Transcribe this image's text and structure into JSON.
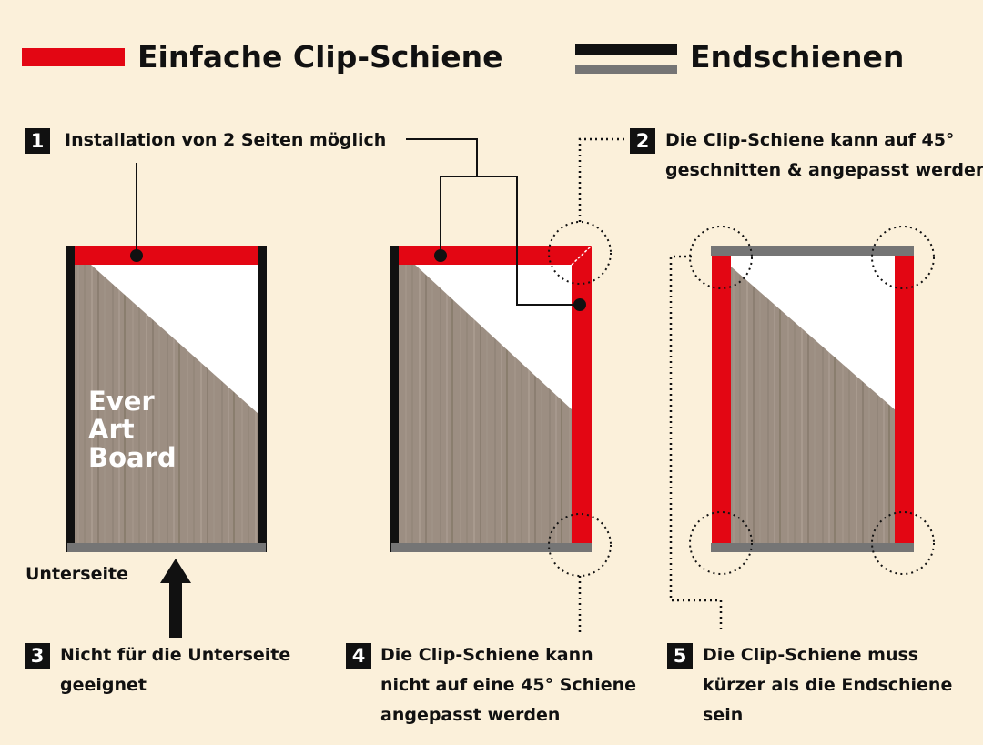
{
  "legend": {
    "clip_rail": {
      "label": "Einfache Clip-Schiene",
      "color": "#e30613"
    },
    "end_rails": {
      "label": "Endschienen",
      "colors": [
        "#111111",
        "#757575"
      ]
    }
  },
  "board": {
    "brand_lines": [
      "Ever",
      "Art",
      "Board"
    ],
    "wood_color": "#9c8e82",
    "bottom_label": "Unterseite"
  },
  "notes": [
    {
      "number": "1",
      "lines": [
        "Installation von 2 Seiten möglich"
      ]
    },
    {
      "number": "2",
      "lines": [
        "Die Clip-Schiene kann auf 45°",
        "geschnitten & angepasst werden"
      ]
    },
    {
      "number": "3",
      "lines": [
        "Nicht für die Unterseite",
        "geeignet"
      ]
    },
    {
      "number": "4",
      "lines": [
        "Die Clip-Schiene kann",
        "nicht auf eine 45° Schiene",
        "angepasst werden"
      ]
    },
    {
      "number": "5",
      "lines": [
        "Die Clip-Schiene muss",
        "kürzer als die Endschiene",
        "sein"
      ]
    }
  ]
}
